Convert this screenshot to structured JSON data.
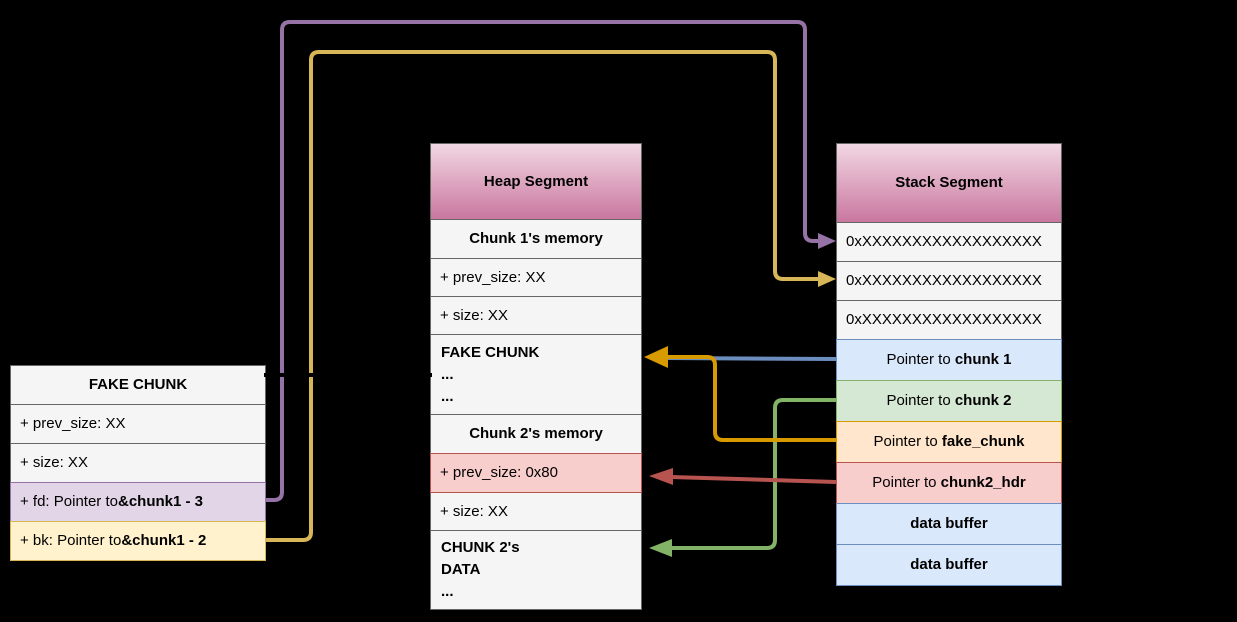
{
  "colors": {
    "bg": "#000000",
    "text": "#000000",
    "gray-fill": "#f5f5f5",
    "gray-border": "#666666",
    "purple": "#9673a6",
    "purple-fill": "#e1d5e7",
    "gold": "#d6b656",
    "gold-fill": "#fff2cc",
    "blue": "#6c8ebf",
    "blue-fill": "#dae8fc",
    "green": "#82b366",
    "green-fill": "#d5e8d4",
    "orange": "#d79b00",
    "orange-fill": "#ffe6cc",
    "red": "#b85450",
    "red-fill": "#f8cecc",
    "header-grad-top": "#f2d7e3",
    "header-grad-bottom": "#c9779f"
  },
  "fake_chunk": {
    "title": "FAKE CHUNK",
    "rows": [
      {
        "prefix": "+ prev_size: XX",
        "bold": ""
      },
      {
        "prefix": "+ size: XX",
        "bold": ""
      },
      {
        "prefix": "+ fd: Pointer to ",
        "bold": "&chunk1 - 3"
      },
      {
        "prefix": "+ bk: Pointer to ",
        "bold": "&chunk1 - 2"
      }
    ]
  },
  "heap": {
    "title": "Heap Segment",
    "chunk1_label": "Chunk 1's memory",
    "chunk1_prev_size": "+ prev_size: XX",
    "chunk1_size": "+ size: XX",
    "fake_chunk_lines": [
      "FAKE CHUNK",
      "...",
      "..."
    ],
    "chunk2_label": "Chunk 2's memory",
    "chunk2_prev_size": "+ prev_size: 0x80",
    "chunk2_size": "+ size: XX",
    "chunk2_data_lines": [
      "CHUNK 2's",
      "DATA",
      "..."
    ]
  },
  "stack": {
    "title": "Stack Segment",
    "hex_rows": [
      "0xXXXXXXXXXXXXXXXXXX",
      "0xXXXXXXXXXXXXXXXXXX",
      "0xXXXXXXXXXXXXXXXXXX"
    ],
    "pointer_rows": [
      {
        "prefix": "Pointer to ",
        "bold": "chunk 1"
      },
      {
        "prefix": "Pointer to ",
        "bold": "chunk 2"
      },
      {
        "prefix": "Pointer to ",
        "bold": "fake_chunk"
      },
      {
        "prefix": "Pointer to ",
        "bold": "chunk2_hdr"
      }
    ],
    "buffer_rows": [
      "data buffer",
      "data buffer"
    ]
  },
  "arrows": [
    {
      "name": "fd-to-stack-slot1",
      "color": "purple"
    },
    {
      "name": "bk-to-stack-slot2",
      "color": "gold"
    },
    {
      "name": "chunk1-ptr-to-heap-fake-chunk",
      "color": "blue"
    },
    {
      "name": "chunk2-ptr-to-chunk2-data",
      "color": "green"
    },
    {
      "name": "chunk2hdr-ptr-to-prev-size",
      "color": "red"
    },
    {
      "name": "fake-chunk-ptr-to-heap-fake-chunk",
      "color": "orange"
    },
    {
      "name": "fake-chunk-table-to-heap-fake-chunk",
      "color": "hidden"
    }
  ]
}
